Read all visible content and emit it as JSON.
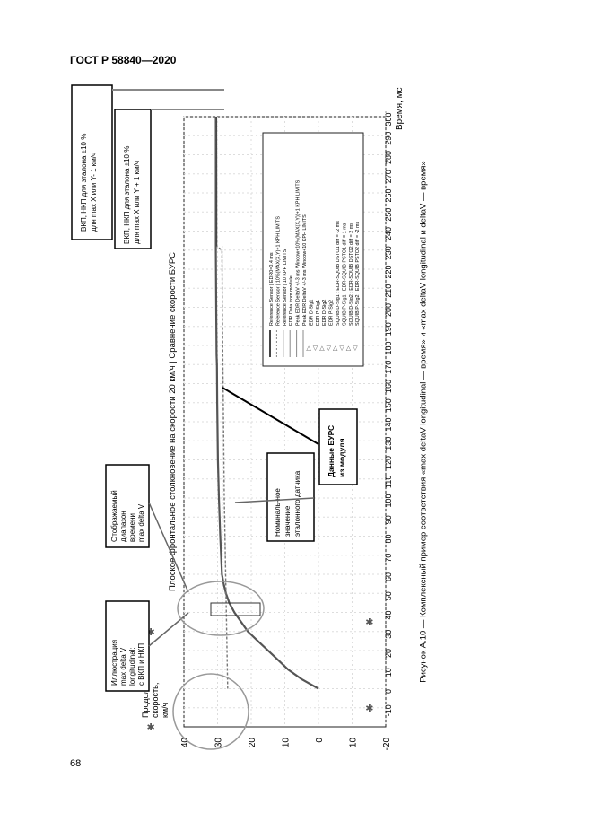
{
  "header": {
    "standard": "ГОСТ Р 58840—2020"
  },
  "page_number": "68",
  "caption": "Рисунок А.10 — Комплексный пример соответствия «max deltaV longitudinal — время» и «max deltaV longitudinal и deltaV — время»",
  "chart": {
    "title": "Плоское фронтальное столкновение на скорости 20 км/ч | Сравнение скорости БУРС",
    "xlabel": "Время, мс",
    "ylabel_lines": [
      "Продоль-ная",
      "скорость,",
      "км/ч"
    ],
    "x_ticks": [
      "-10",
      "0",
      "10",
      "20",
      "30",
      "40",
      "50",
      "60",
      "70",
      "80",
      "90",
      "100",
      "110",
      "120",
      "130",
      "140",
      "150",
      "160",
      "170",
      "180",
      "190",
      "200",
      "210",
      "220",
      "230",
      "240",
      "250",
      "260",
      "270",
      "280",
      "290",
      "300"
    ],
    "y_ticks": [
      "40",
      "30",
      "20",
      "10",
      "0",
      "-10",
      "-20"
    ]
  },
  "chart_data": {
    "type": "line",
    "title": "Плоское фронтальное столкновение на скорости 20 км/ч | Сравнение скорости БУРС",
    "xlabel": "Время, мс",
    "ylabel": "Продоль-ная скорость, км/ч",
    "xlim": [
      -20,
      300
    ],
    "ylim": [
      -20,
      40
    ],
    "series": [
      {
        "name": "Reference Sensor | EDR0=0.4 ms",
        "x": [
          0,
          5,
          10,
          15,
          20,
          25,
          30,
          35,
          40,
          45,
          50,
          55,
          60,
          80,
          100,
          120,
          150,
          170,
          175,
          200,
          230,
          300
        ],
        "y": [
          0,
          5,
          9,
          12,
          15,
          18,
          21,
          23,
          25,
          26.5,
          27.5,
          28.2,
          28.7,
          29.2,
          29.6,
          29.9,
          30.1,
          30.2,
          30.3,
          30.4,
          30.5,
          30.5
        ]
      },
      {
        "name": "Reference Sensor | 10 KPH LIMITS",
        "x": [
          0,
          50,
          100,
          150,
          200,
          230,
          232,
          300
        ],
        "y": [
          27,
          27.5,
          28,
          28.3,
          28.6,
          28.7,
          30.2,
          30.3
        ]
      }
    ]
  },
  "legend": [
    "Reference Sensor | EDR0=0.4 ms",
    "Reference Sensor | 10%(MAX(X,Y)+1 KPH LIMITS",
    "Reference Sensor | 10 KPH LIMITS",
    "EDR Data from module",
    "Peak EDR DeltaV +/-3 ms Window+10%(MAX(X,Y))+1 KPH LIMITS",
    "Peak EDR DeltaV +/-3 ms Window+10 KPH LIMITS",
    "EDR D-Sig1",
    "EDR P-Sig1",
    "EDR D-Sig2",
    "EDR P-Sig2",
    "SQUIB D-Sig1 : EDR-SQUIB DSTO1 diff = -2 ms",
    "SQUIB P-Sig1 : EDR-SQUIB PSTO1 diff = 1 ms",
    "SQUIB D-Sig2 : EDR-SQUIB DSTO2 diff = 2 ms",
    "SQUIB P-Sig2 : EDR-SQUIB PSTO2 diff = -2 ms"
  ],
  "callouts": {
    "vkp_minus": [
      "ВКП, НКП для эталона ±10 %",
      "для max X или Y- 1 км/ч"
    ],
    "vkp_plus": [
      "ВКП, НКП для эталона ±10 %",
      "для max X или Y + 1 км/ч"
    ],
    "illustration": [
      "Иллюстрация",
      "max delta V",
      "longitudinal;",
      "с ВКП и НКП"
    ],
    "range": [
      "Отображаемый",
      "диапазон",
      "времени",
      "max delta V"
    ],
    "nominal": [
      "Номиналь-ное",
      "значение",
      "эталонного датчика"
    ],
    "burs": [
      "Данные БУРС",
      "из модуля"
    ]
  }
}
